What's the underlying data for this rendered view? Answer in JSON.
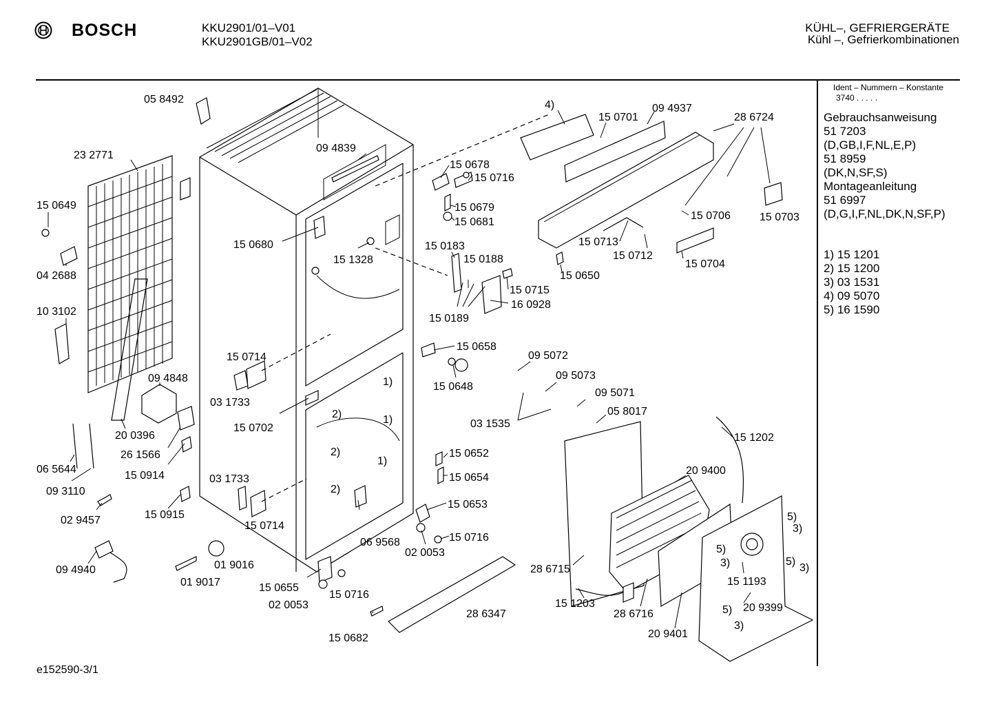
{
  "header": {
    "brand": "BOSCH",
    "model_line_1": "KKU2901/01–V01",
    "model_line_2": "KKU2901GB/01–V02",
    "category_line_1": "KÜHL–, GEFRIERGERÄTE",
    "category_line_2": "Kühl –, Gefrierkombinationen"
  },
  "sidebar": {
    "ident_label": "Ident – Nummern – Konstante",
    "ident_value": "3740  .  .  .  .  .",
    "manuals": [
      "Gebrauchsanweisung",
      "51 7203",
      "(D,GB,I,F,NL,E,P)",
      "51 8959",
      "(DK,N,SF,S)",
      "Montageanleitung",
      "51 6997",
      "(D,G,I,F,NL,DK,N,SF,P)"
    ],
    "footnotes": [
      "1) 15 1201",
      "2) 15 1200",
      "3) 03 1531",
      "4) 09 5070",
      "5) 16 1590"
    ]
  },
  "footer": {
    "drawing_id": "e152590-3/1"
  },
  "part_labels": [
    {
      "id": "p1",
      "text": "05 8492"
    },
    {
      "id": "p2",
      "text": "23 2771"
    },
    {
      "id": "p3",
      "text": "15 0649"
    },
    {
      "id": "p4",
      "text": "04 2688"
    },
    {
      "id": "p5",
      "text": "10 3102"
    },
    {
      "id": "p6",
      "text": "09 4848"
    },
    {
      "id": "p7",
      "text": "20 0396"
    },
    {
      "id": "p8",
      "text": "26 1566"
    },
    {
      "id": "p9",
      "text": "15 0914"
    },
    {
      "id": "p10",
      "text": "06 5644"
    },
    {
      "id": "p11",
      "text": "09 3110"
    },
    {
      "id": "p12",
      "text": "02 9457"
    },
    {
      "id": "p13",
      "text": "15 0915"
    },
    {
      "id": "p14",
      "text": "09 4940"
    },
    {
      "id": "p15",
      "text": "01 9016"
    },
    {
      "id": "p16",
      "text": "01 9017"
    },
    {
      "id": "p17",
      "text": "09 4839"
    },
    {
      "id": "p18",
      "text": "15 0680"
    },
    {
      "id": "p19",
      "text": "15 1328"
    },
    {
      "id": "p20",
      "text": "15 0714"
    },
    {
      "id": "p21",
      "text": "03 1733"
    },
    {
      "id": "p22",
      "text": "15 0702"
    },
    {
      "id": "p23",
      "text": "03 1733"
    },
    {
      "id": "p24",
      "text": "15 0714"
    },
    {
      "id": "p25",
      "text": "06 9568"
    },
    {
      "id": "p26",
      "text": "15 0655"
    },
    {
      "id": "p27",
      "text": "02 0053"
    },
    {
      "id": "p28",
      "text": "15 0716"
    },
    {
      "id": "p29",
      "text": "15 0682"
    },
    {
      "id": "p30",
      "text": "28 6347"
    },
    {
      "id": "p31",
      "text": "4)"
    },
    {
      "id": "p32",
      "text": "15 0701"
    },
    {
      "id": "p33",
      "text": "09 4937"
    },
    {
      "id": "p34",
      "text": "28 6724"
    },
    {
      "id": "p35",
      "text": "15 0678"
    },
    {
      "id": "p36",
      "text": "15 0716"
    },
    {
      "id": "p37",
      "text": "15 0679"
    },
    {
      "id": "p38",
      "text": "15 0681"
    },
    {
      "id": "p39",
      "text": "15 0706"
    },
    {
      "id": "p40",
      "text": "15 0703"
    },
    {
      "id": "p41",
      "text": "15 0713"
    },
    {
      "id": "p42",
      "text": "15 0712"
    },
    {
      "id": "p43",
      "text": "15 0704"
    },
    {
      "id": "p44",
      "text": "15 0650"
    },
    {
      "id": "p45",
      "text": "15 0183"
    },
    {
      "id": "p46",
      "text": "15 0188"
    },
    {
      "id": "p47",
      "text": "15 0715"
    },
    {
      "id": "p48",
      "text": "16 0928"
    },
    {
      "id": "p49",
      "text": "15 0189"
    },
    {
      "id": "p50",
      "text": "15 0658"
    },
    {
      "id": "p51",
      "text": "15 0648"
    },
    {
      "id": "p52",
      "text": "09 5072"
    },
    {
      "id": "p53",
      "text": "09 5073"
    },
    {
      "id": "p54",
      "text": "09 5071"
    },
    {
      "id": "p55",
      "text": "03 1535"
    },
    {
      "id": "p56",
      "text": "05 8017"
    },
    {
      "id": "p57",
      "text": "15 1202"
    },
    {
      "id": "p58",
      "text": "15 0652"
    },
    {
      "id": "p59",
      "text": "15 0654"
    },
    {
      "id": "p60",
      "text": "15 0653"
    },
    {
      "id": "p61",
      "text": "15 0716"
    },
    {
      "id": "p62",
      "text": "02 0053"
    },
    {
      "id": "p63",
      "text": "20 9400"
    },
    {
      "id": "p64",
      "text": "28 6715"
    },
    {
      "id": "p65",
      "text": "15 1203"
    },
    {
      "id": "p66",
      "text": "28 6716"
    },
    {
      "id": "p67",
      "text": "20 9401"
    },
    {
      "id": "p68",
      "text": "15 1193"
    },
    {
      "id": "p69",
      "text": "20 9399"
    },
    {
      "id": "p70",
      "text": "1)"
    },
    {
      "id": "p71",
      "text": "2)"
    },
    {
      "id": "p72",
      "text": "1)"
    },
    {
      "id": "p73",
      "text": "2)"
    },
    {
      "id": "p74",
      "text": "1)"
    },
    {
      "id": "p75",
      "text": "2)"
    },
    {
      "id": "p76",
      "text": "5)"
    },
    {
      "id": "p77",
      "text": "3)"
    },
    {
      "id": "p78",
      "text": "5)"
    },
    {
      "id": "p79",
      "text": "3)"
    },
    {
      "id": "p80",
      "text": "5)"
    },
    {
      "id": "p81",
      "text": "3)"
    },
    {
      "id": "p82",
      "text": "5)"
    },
    {
      "id": "p83",
      "text": "3)"
    }
  ]
}
